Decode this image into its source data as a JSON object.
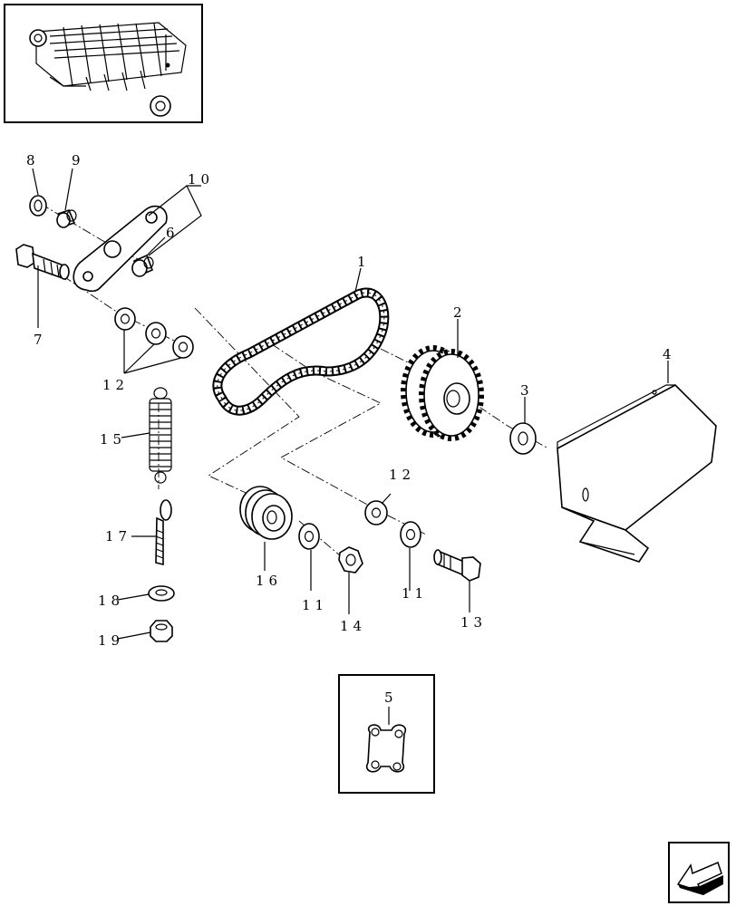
{
  "callouts": {
    "c1": "1",
    "c2": "2",
    "c3": "3",
    "c4": "4",
    "c5": "5",
    "c6": "6",
    "c7": "7",
    "c8": "8",
    "c9": "9",
    "c10": "10",
    "c11a": "11",
    "c11b": "11",
    "c12a": "12",
    "c12b": "12",
    "c13": "13",
    "c14": "14",
    "c15": "15",
    "c16": "16",
    "c17": "17",
    "c18": "18",
    "c19": "19"
  },
  "colors": {
    "line": "#000000",
    "background": "#ffffff",
    "nav_arrow": "#000000"
  },
  "icons": {
    "nav": "previous-page-arrow-icon"
  }
}
